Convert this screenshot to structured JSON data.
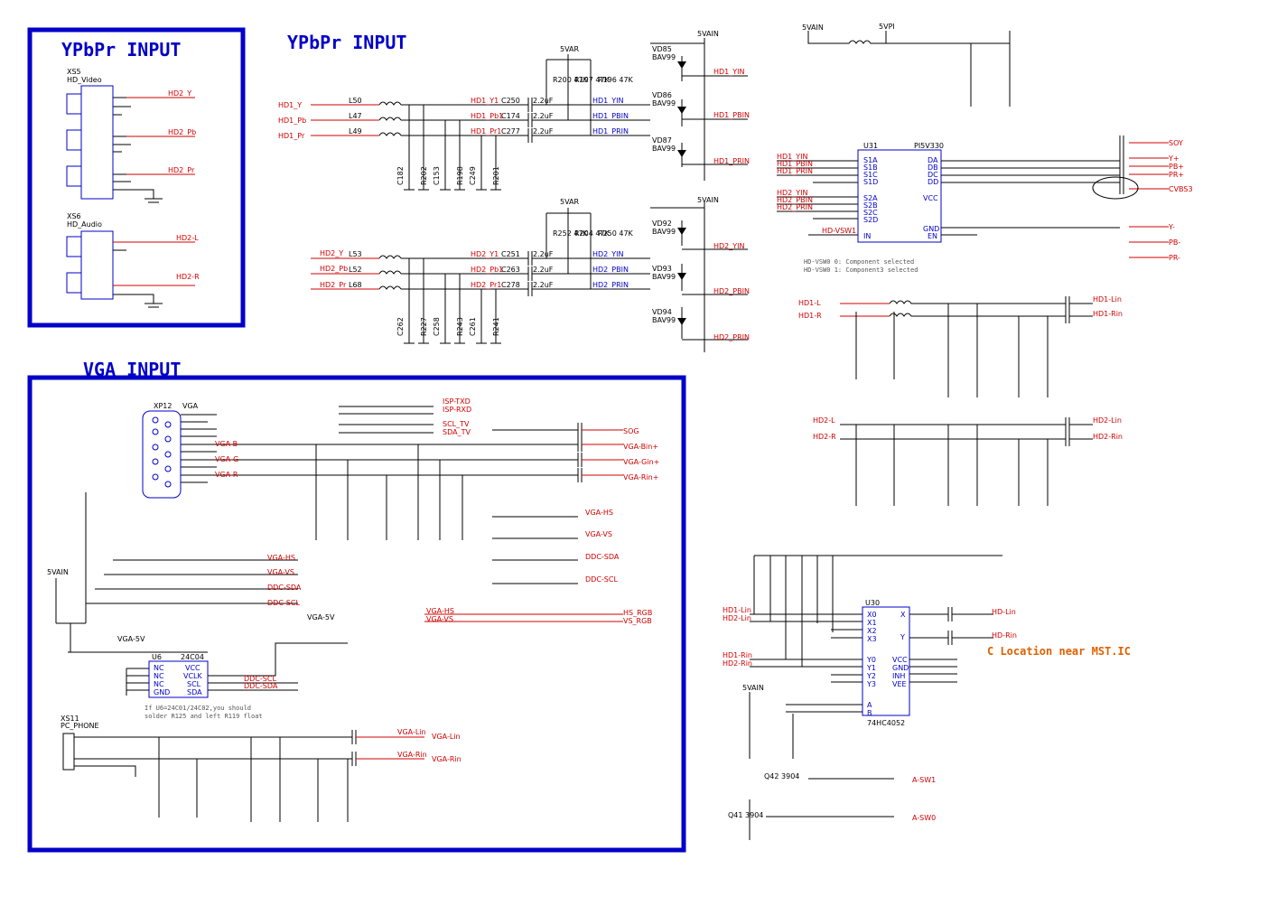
{
  "titles": {
    "ypbpr_box": "YPbPr INPUT",
    "ypbpr_main": "YPbPr INPUT",
    "vga": "VGA INPUT",
    "location_note": "C Location near MST.IC"
  },
  "connectors": {
    "xs5": {
      "ref": "XS5",
      "name": "HD_Video",
      "sig_y": "HD2_Y",
      "sig_pb": "HD2_Pb",
      "sig_pr": "HD2_Pr"
    },
    "xs6": {
      "ref": "XS6",
      "name": "HD_Audio",
      "sig_l": "HD2-L",
      "sig_r": "HD2-R"
    },
    "xp12": {
      "ref": "XP12",
      "name": "VGA"
    },
    "xs11": {
      "ref": "XS11",
      "name": "PC_PHONE"
    }
  },
  "ypbpr1": {
    "inputs": [
      "HD1_Y",
      "HD1_Pb",
      "HD1_Pr"
    ],
    "inductors": [
      "L50",
      "L47",
      "L49"
    ],
    "nets": [
      "HD1_Y1",
      "HD1_Pb1",
      "HD1_Pr1"
    ],
    "caps": [
      "C250",
      "C174",
      "C277"
    ],
    "capval": "2.2uF",
    "outs": [
      "HD1_YIN",
      "HD1_PBIN",
      "HD1_PRIN"
    ],
    "diodes": [
      "VD85",
      "VD86",
      "VD87"
    ],
    "diode_type": "BAV99",
    "pullups": [
      "R200 47K",
      "R197 47K",
      "R196 47K"
    ]
  },
  "ypbpr2": {
    "inputs": [
      "HD2_Y",
      "HD2_Pb",
      "HD2_Pr"
    ],
    "inductors": [
      "L53",
      "L52",
      "L68"
    ],
    "nets": [
      "HD2_Y1",
      "HD2_Pb1",
      "HD2_Pr1"
    ],
    "caps": [
      "C251",
      "C263",
      "C278"
    ],
    "capval": "2.2uF",
    "outs": [
      "HD2_YIN",
      "HD2_PBIN",
      "HD2_PRIN"
    ],
    "diodes": [
      "VD92",
      "VD93",
      "VD94"
    ],
    "diode_type": "BAV99",
    "pullups": [
      "R252 47K",
      "R204 47K",
      "R250 47K"
    ]
  },
  "u31": {
    "ref": "U31",
    "part": "PI5V330",
    "left_pins": [
      "S1A",
      "S1B",
      "S1C",
      "S1D",
      "S2A",
      "S2B",
      "S2C",
      "S2D",
      "IN"
    ],
    "right_pins": [
      "DA",
      "DB",
      "DC",
      "DD",
      "VCC",
      "GND",
      "EN"
    ],
    "inputs": [
      "HD1_YIN",
      "HD1_PBIN",
      "HD1_PRIN",
      "HD2_YIN",
      "HD2_PBIN",
      "HD2_PRIN"
    ],
    "sel": "HD-VSW1",
    "note1": "HD-VSW0 0: Component  selected",
    "note2": "HD-VSW0 1: Component3 selected",
    "outputs": [
      "SOY",
      "Y+",
      "PB+",
      "PR+",
      "CVBS3",
      "Y-",
      "PB-",
      "PR-"
    ]
  },
  "vga": {
    "signals": [
      "VGA-B",
      "VGA-G",
      "VGA-R",
      "VGA-HS",
      "VGA-VS",
      "DDC-SDA",
      "DDC-SCL"
    ],
    "outs": [
      "SOG",
      "VGA-Bin+",
      "VGA-Gin+",
      "VGA-Rin+"
    ],
    "sync_outs": [
      "HS_RGB",
      "VS_RGB"
    ],
    "eeprom": {
      "ref": "U6",
      "part": "24C04",
      "pins_l": [
        "NC",
        "NC",
        "NC",
        "GND"
      ],
      "pins_r": [
        "VCC",
        "VCLK",
        "SCL",
        "SDA"
      ]
    },
    "eeprom_note1": "If U6=24C01/24C02,you should",
    "eeprom_note2": "solder R125 and left R119 float",
    "isp": [
      "ISP-TXD",
      "ISP-RXD",
      "SCL_TV",
      "SDA_TV"
    ]
  },
  "audio": {
    "hd1": [
      "HD1-L",
      "HD1-R",
      "HD1-Lin",
      "HD1-Rin"
    ],
    "hd2": [
      "HD2-L",
      "HD2-R",
      "HD2-Lin",
      "HD2-Rin"
    ],
    "vga": [
      "VGA-Lin",
      "VGA-Rin"
    ]
  },
  "u30": {
    "ref": "U30",
    "part": "74HC4052",
    "left": [
      "X0",
      "X1",
      "X2",
      "X3",
      "Y0",
      "Y1",
      "Y2",
      "Y3",
      "A",
      "B"
    ],
    "right": [
      "X",
      "Y",
      "VCC",
      "GND",
      "INH",
      "VEE"
    ],
    "outs": [
      "HD-Lin",
      "HD-Rin"
    ],
    "sel": [
      "A-SW1",
      "A-SW0"
    ],
    "transistors": [
      "Q42 3904",
      "Q41 3904"
    ]
  },
  "rails": {
    "vain": "5VAIN",
    "var": "5VAR",
    "vpi": "5VPI",
    "vga5": "VGA-5V",
    "vain2": "5VAIN"
  }
}
